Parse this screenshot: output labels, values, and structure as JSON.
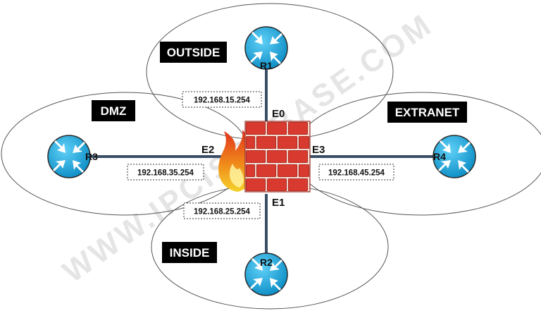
{
  "watermark": "WWW.IPCISCOBASE.COM",
  "colors": {
    "zone_label_bg": "#000000",
    "link": "#3a4e66",
    "router_fill": "#1aaae0",
    "brick": "#d93a2f",
    "mortar": "#f4dcd2"
  },
  "zones": [
    {
      "name": "outside",
      "label": "OUTSIDE"
    },
    {
      "name": "dmz",
      "label": "DMZ"
    },
    {
      "name": "extranet",
      "label": "EXTRANET"
    },
    {
      "name": "inside",
      "label": "INSIDE"
    }
  ],
  "routers": [
    {
      "label": "R1",
      "icon": "router-icon"
    },
    {
      "label": "R2",
      "icon": "router-icon"
    },
    {
      "label": "R3",
      "icon": "router-icon"
    },
    {
      "label": "R4",
      "icon": "router-icon"
    }
  ],
  "firewall": {
    "icon": "firewall-icon"
  },
  "interfaces": [
    {
      "label": "E0",
      "ip": "192.168.15.254"
    },
    {
      "label": "E1",
      "ip": "192.168.25.254"
    },
    {
      "label": "E2",
      "ip": "192.168.35.254"
    },
    {
      "label": "E3",
      "ip": "192.168.45.254"
    }
  ]
}
